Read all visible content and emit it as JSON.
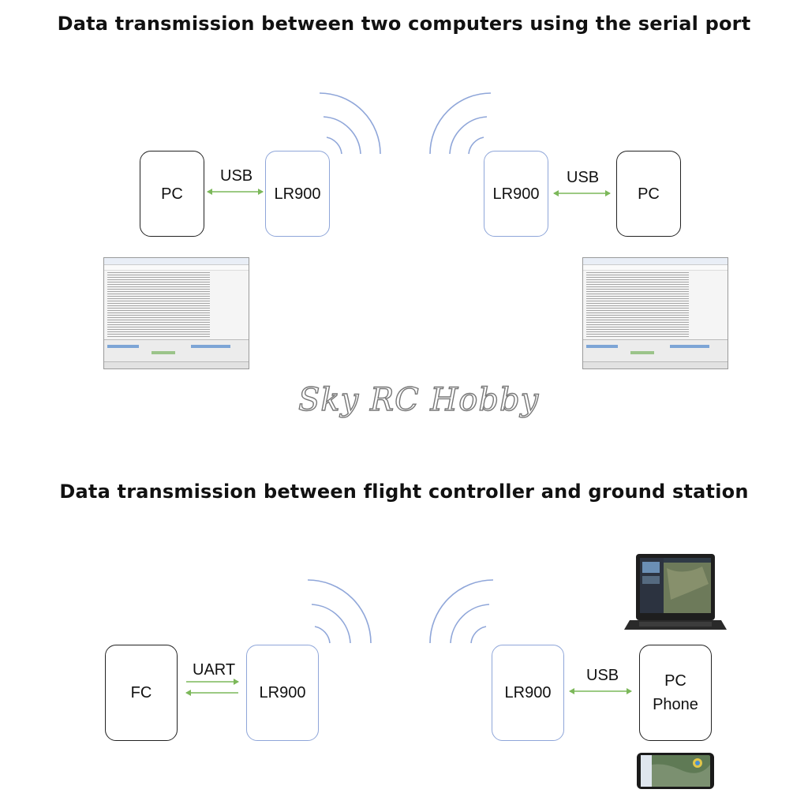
{
  "section1": {
    "title": "Data transmission between two computers using the serial port",
    "left": {
      "box1": "PC",
      "link": "USB",
      "box2": "LR900"
    },
    "right": {
      "box1": "LR900",
      "link": "USB",
      "box2": "PC"
    }
  },
  "section2": {
    "title": "Data transmission between flight controller and ground station",
    "left": {
      "box1": "FC",
      "link": "UART",
      "box2": "LR900"
    },
    "right": {
      "box1": "LR900",
      "link": "USB",
      "box2_line1": "PC",
      "box2_line2": "Phone"
    }
  },
  "watermark": "Sky RC Hobby",
  "colors": {
    "arrow": "#7cb85a",
    "wave": "#8fa6d9",
    "radio_border": "#8fa6d9",
    "box_border": "#222222"
  },
  "icons": [
    "serial-terminal-screenshot",
    "laptop-icon",
    "phone-icon",
    "radio-wave-icon"
  ]
}
